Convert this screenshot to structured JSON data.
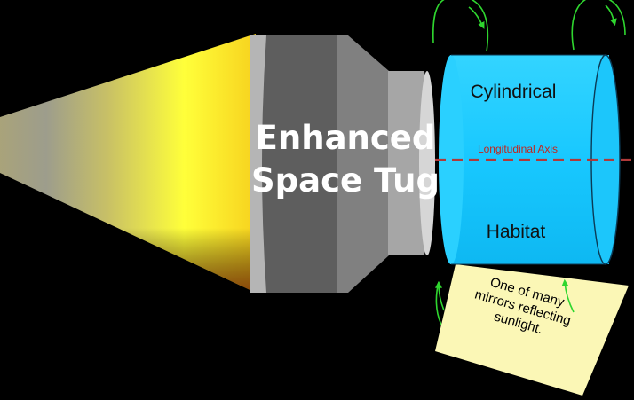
{
  "tug": {
    "title_line1": "Enhanced",
    "title_line2": "Space Tug"
  },
  "habitat": {
    "label_top": "Cylindrical",
    "label_bottom": "Habitat",
    "axis_label": "Longitudinal Axis",
    "color": "#18c8ff"
  },
  "mirror": {
    "line1": "One of many",
    "line2": "mirrors reflecting",
    "line3": "sunlight.",
    "color": "#fbf7b6"
  },
  "colors": {
    "exhaust_hot": "#ffff3a",
    "exhaust_edge": "#9a3a06",
    "rotation_arrows": "#2fd62f",
    "axis_line": "#b03a3a"
  }
}
